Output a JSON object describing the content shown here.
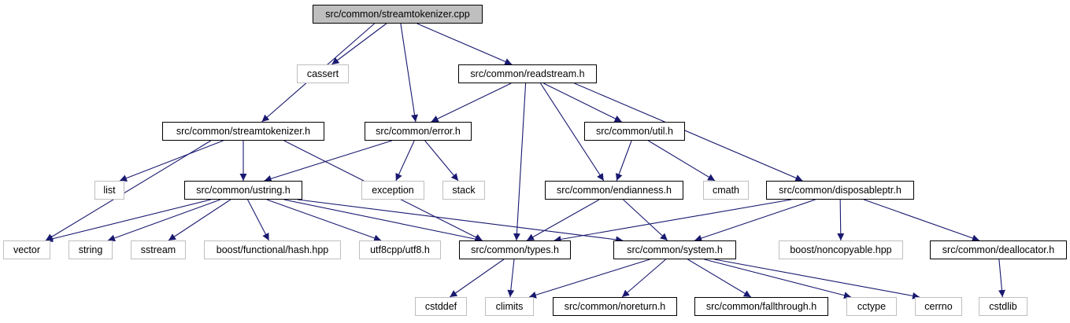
{
  "colors": {
    "edge": "#191970",
    "local_border": "#000000",
    "system_border": "#bfbfbf",
    "root_fill": "#bfbfbf"
  },
  "nodes": [
    {
      "id": "root",
      "label": "src/common/streamtokenizer.cpp",
      "kind": "root"
    },
    {
      "id": "cassert",
      "label": "cassert",
      "kind": "system"
    },
    {
      "id": "readstream",
      "label": "src/common/readstream.h",
      "kind": "local"
    },
    {
      "id": "stok_h",
      "label": "src/common/streamtokenizer.h",
      "kind": "local"
    },
    {
      "id": "error",
      "label": "src/common/error.h",
      "kind": "local"
    },
    {
      "id": "util",
      "label": "src/common/util.h",
      "kind": "local"
    },
    {
      "id": "list",
      "label": "list",
      "kind": "system"
    },
    {
      "id": "ustring",
      "label": "src/common/ustring.h",
      "kind": "local"
    },
    {
      "id": "exception",
      "label": "exception",
      "kind": "system"
    },
    {
      "id": "stack",
      "label": "stack",
      "kind": "system"
    },
    {
      "id": "endian",
      "label": "src/common/endianness.h",
      "kind": "local"
    },
    {
      "id": "cmath",
      "label": "cmath",
      "kind": "system"
    },
    {
      "id": "disposable",
      "label": "src/common/disposableptr.h",
      "kind": "local"
    },
    {
      "id": "vector",
      "label": "vector",
      "kind": "system"
    },
    {
      "id": "string",
      "label": "string",
      "kind": "system"
    },
    {
      "id": "sstream",
      "label": "sstream",
      "kind": "system"
    },
    {
      "id": "hash",
      "label": "boost/functional/hash.hpp",
      "kind": "system"
    },
    {
      "id": "utf8",
      "label": "utf8cpp/utf8.h",
      "kind": "system"
    },
    {
      "id": "types",
      "label": "src/common/types.h",
      "kind": "local"
    },
    {
      "id": "system",
      "label": "src/common/system.h",
      "kind": "local"
    },
    {
      "id": "noncopyable",
      "label": "boost/noncopyable.hpp",
      "kind": "system"
    },
    {
      "id": "dealloc",
      "label": "src/common/deallocator.h",
      "kind": "local"
    },
    {
      "id": "cstddef",
      "label": "cstddef",
      "kind": "system"
    },
    {
      "id": "climits",
      "label": "climits",
      "kind": "system"
    },
    {
      "id": "noreturn",
      "label": "src/common/noreturn.h",
      "kind": "local"
    },
    {
      "id": "fallthrough",
      "label": "src/common/fallthrough.h",
      "kind": "local"
    },
    {
      "id": "cctype",
      "label": "cctype",
      "kind": "system"
    },
    {
      "id": "cerrno",
      "label": "cerrno",
      "kind": "system"
    },
    {
      "id": "cstdlib",
      "label": "cstdlib",
      "kind": "system"
    }
  ],
  "edges": [
    [
      "root",
      "cassert"
    ],
    [
      "root",
      "readstream"
    ],
    [
      "root",
      "stok_h"
    ],
    [
      "root",
      "error"
    ],
    [
      "readstream",
      "error"
    ],
    [
      "readstream",
      "util"
    ],
    [
      "readstream",
      "types"
    ],
    [
      "readstream",
      "endian"
    ],
    [
      "readstream",
      "disposable"
    ],
    [
      "stok_h",
      "list"
    ],
    [
      "stok_h",
      "vector"
    ],
    [
      "stok_h",
      "ustring"
    ],
    [
      "stok_h",
      "types"
    ],
    [
      "error",
      "ustring"
    ],
    [
      "error",
      "exception"
    ],
    [
      "error",
      "stack"
    ],
    [
      "util",
      "endian"
    ],
    [
      "util",
      "cmath"
    ],
    [
      "ustring",
      "vector"
    ],
    [
      "ustring",
      "string"
    ],
    [
      "ustring",
      "sstream"
    ],
    [
      "ustring",
      "hash"
    ],
    [
      "ustring",
      "utf8"
    ],
    [
      "ustring",
      "types"
    ],
    [
      "ustring",
      "system"
    ],
    [
      "endian",
      "types"
    ],
    [
      "endian",
      "system"
    ],
    [
      "disposable",
      "types"
    ],
    [
      "disposable",
      "system"
    ],
    [
      "disposable",
      "noncopyable"
    ],
    [
      "disposable",
      "dealloc"
    ],
    [
      "types",
      "cstddef"
    ],
    [
      "types",
      "climits"
    ],
    [
      "system",
      "climits"
    ],
    [
      "system",
      "noreturn"
    ],
    [
      "system",
      "fallthrough"
    ],
    [
      "system",
      "cctype"
    ],
    [
      "system",
      "cerrno"
    ],
    [
      "dealloc",
      "cstdlib"
    ]
  ]
}
